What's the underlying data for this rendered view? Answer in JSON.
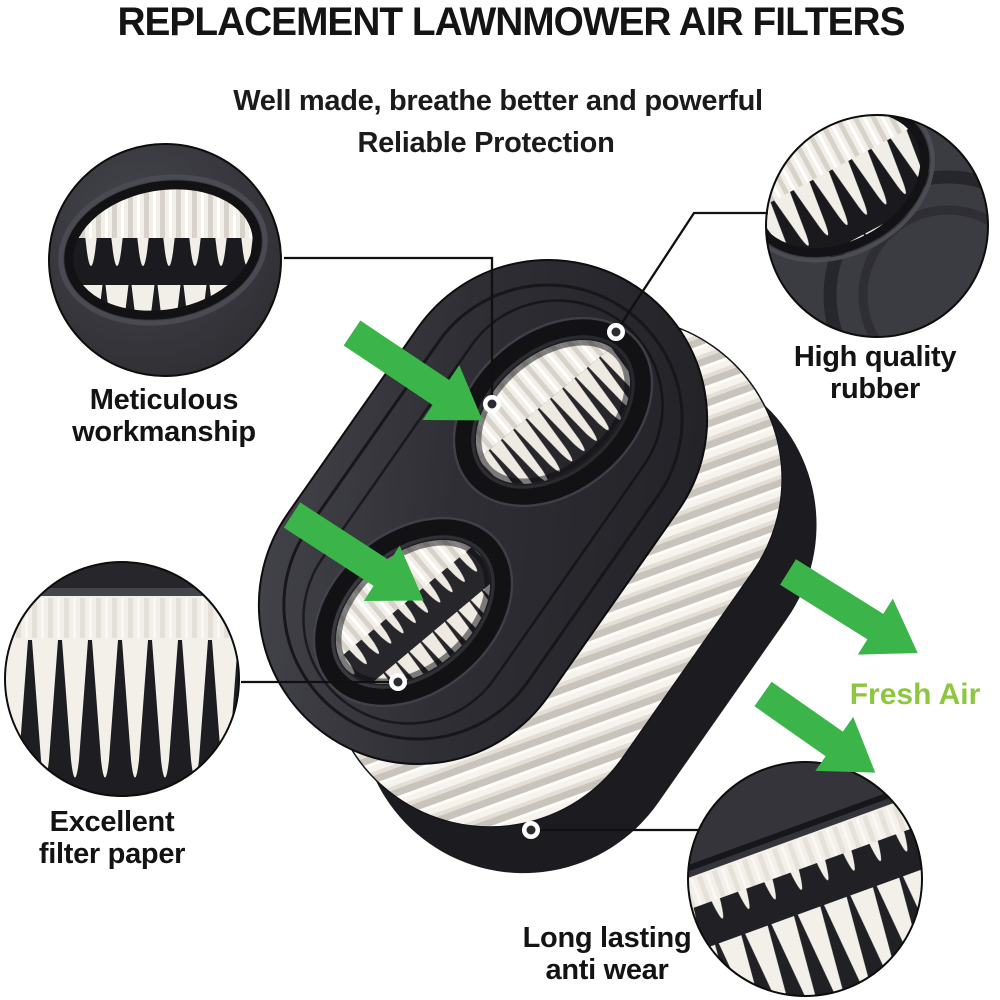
{
  "title": "REPLACEMENT LAWNMOWER AIR FILTERS",
  "subtitle": {
    "line1": "Well made, breathe better and powerful",
    "line2": "Reliable Protection"
  },
  "callouts": {
    "meticulous": {
      "line1": "Meticulous",
      "line2": "workmanship"
    },
    "rubber": {
      "line1": "High quality",
      "line2": "rubber"
    },
    "paper": {
      "line1": "Excellent",
      "line2": "filter paper"
    },
    "wear": {
      "line1": "Long lasting",
      "line2": "anti wear"
    }
  },
  "flow": {
    "label": "Fresh Air"
  },
  "icons": {
    "arrows": "flow-arrow-icon",
    "markers": "callout-dot-marker"
  },
  "colors": {
    "arrow_green": "#3bb54a",
    "fresh_air_green": "#8dc63f",
    "rubber_dark": "#2c2c31",
    "pleat_white": "#f4f1eb",
    "text": "#161616",
    "background": "#ffffff"
  }
}
